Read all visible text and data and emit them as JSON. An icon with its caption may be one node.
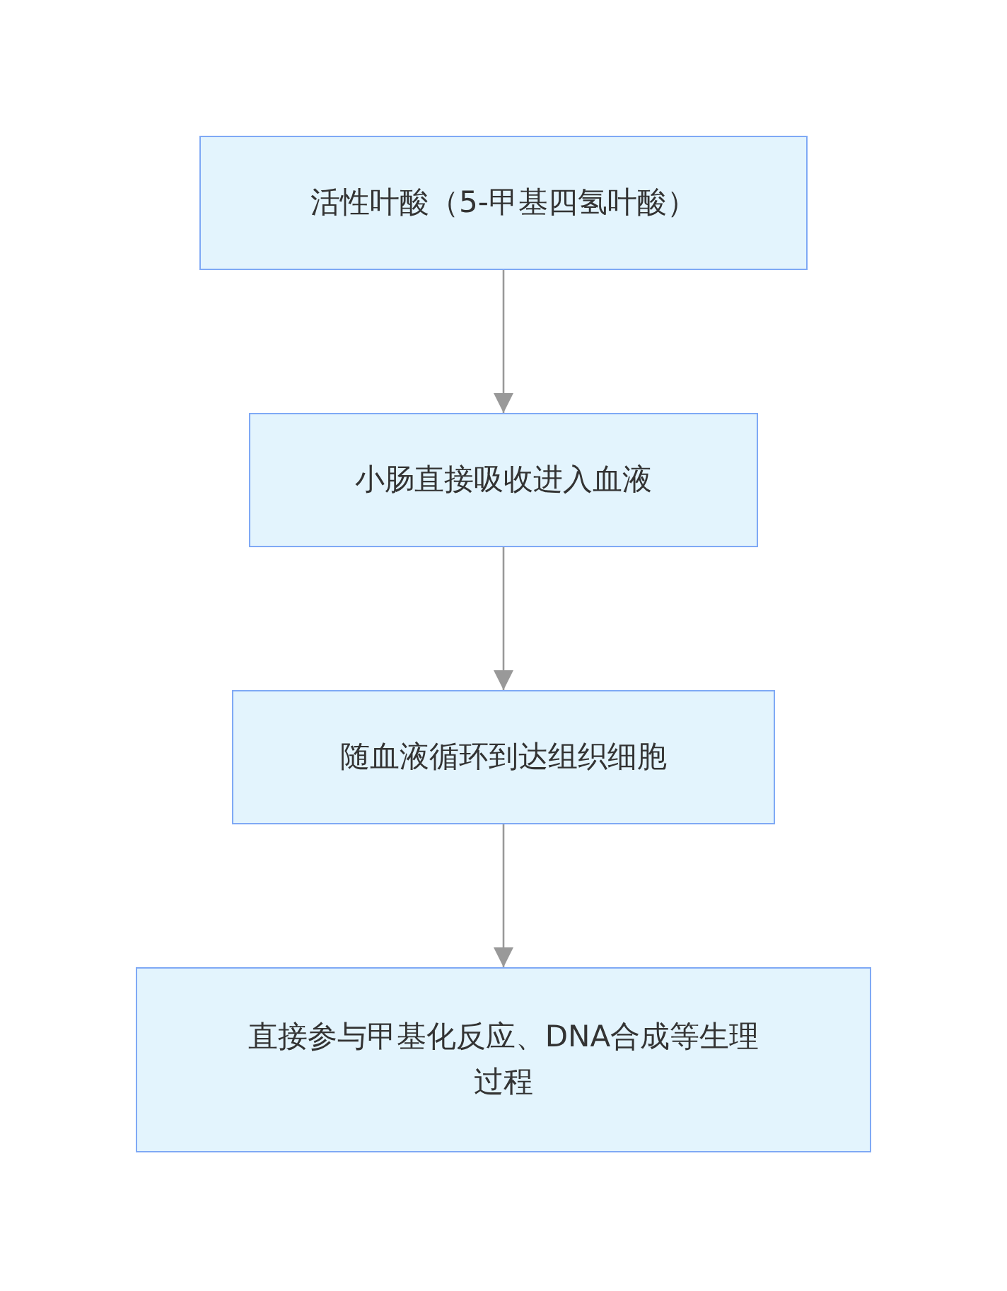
{
  "diagram": {
    "nodes": [
      {
        "text": [
          "活性叶酸（5-甲基四氢叶酸）"
        ]
      },
      {
        "text": [
          "小肠直接吸收进入血液"
        ]
      },
      {
        "text": [
          "随血液循环到达组织细胞"
        ]
      },
      {
        "text": [
          "直接参与甲基化反应、DNA合成等生理过程"
        ]
      }
    ],
    "edges": [
      {
        "from": 0,
        "to": 1,
        "arrow": "to"
      },
      {
        "from": 1,
        "to": 2,
        "arrow": "to"
      },
      {
        "from": 2,
        "to": 3,
        "arrow": "to"
      }
    ]
  }
}
